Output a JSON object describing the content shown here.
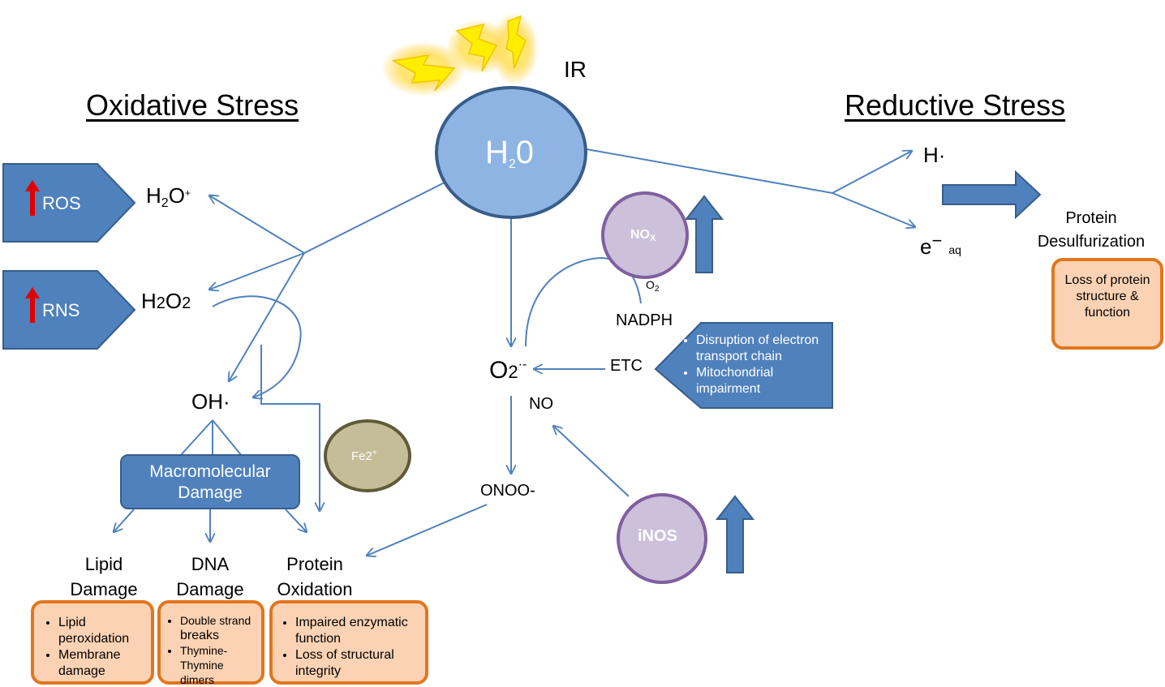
{
  "headings": {
    "oxidative": "Oxidative Stress",
    "reductive": "Reductive Stress"
  },
  "source": {
    "ir": "IR",
    "water_main": "H",
    "water_sub": "2",
    "water_end": "0"
  },
  "left_species": {
    "h2o_plus_main": "H",
    "h2o_plus_sub": "2",
    "h2o_plus_end": "O",
    "h2o_plus_sup": "+",
    "h2o2_main": "H",
    "h2o2_sub1": "2",
    "h2o2_mid": "O",
    "h2o2_sub2": "2",
    "oh_radical": "OH·"
  },
  "increase_tags": {
    "ros": "ROS",
    "rns": "RNS"
  },
  "fe": {
    "main": "Fe2",
    "sup": "+"
  },
  "macromolecular": "Macromolecular Damage",
  "damage_types": {
    "lipid": "Lipid Damage",
    "dna": "DNA Damage",
    "protein": "Protein Oxidation"
  },
  "damage_details": {
    "lipid": [
      "Lipid peroxidation",
      "Membrane damage"
    ],
    "dna_item1": "Double strand",
    "dna_item1_tail": "breaks",
    "dna_item2": "Thymine-Thymine dimers",
    "protein": [
      "Impaired enzymatic function",
      "Loss of structural integrity"
    ]
  },
  "center_species": {
    "superoxide_main": "O",
    "superoxide_sub": "2",
    "superoxide_sup": "·-",
    "no": "NO",
    "onoo": "ONOO-",
    "etc": "ETC",
    "nadph": "NADPH",
    "o2_main": "O",
    "o2_sub": "2"
  },
  "enzymes": {
    "nox_main": "NO",
    "nox_sub": "X",
    "inos": "iNOS"
  },
  "etc_disruption": [
    "Disruption of electron transport chain",
    "Mitochondrial impairment"
  ],
  "right_species": {
    "h_radical": "H·",
    "electron_main": "e",
    "electron_sup": "−",
    "electron_sub": "aq"
  },
  "desulfurization": "Protein Desulfurization",
  "desulfurization_detail": "Loss of protein structure & function",
  "colors": {
    "arrow": "#4f81bd",
    "box_blue": "#4f81bd",
    "box_orange_fill": "#fbd3b4",
    "box_orange_border": "#e2761d",
    "water_fill": "#8eb4e3",
    "enzyme_fill": "#ccc0da",
    "enzyme_border": "#7f5fa0",
    "fe_fill": "#c4bd97",
    "fe_border": "#5f5a3a",
    "up_arrow_red": "#e00000",
    "lightning": "#ffee00"
  }
}
